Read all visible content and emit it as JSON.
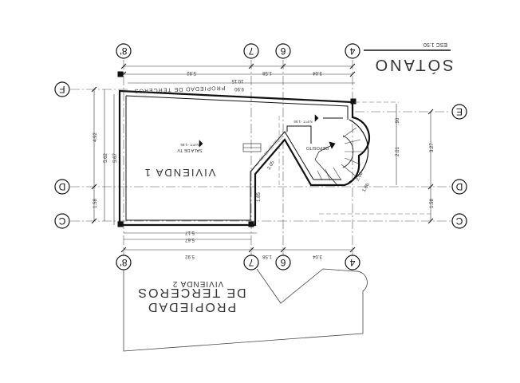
{
  "title": "SÓTANO",
  "scale": "ESC 1:50",
  "grid_labels": {
    "col_8": "8'",
    "col_7": "7",
    "col_6": "6",
    "col_4": "4",
    "row_F": "F",
    "row_E": "E",
    "row_D": "D",
    "row_C": "C"
  },
  "rooms": {
    "vivienda_1": "VIVIENDA 1",
    "vivienda_2": "VIVIENDA 2",
    "propiedad_line1": "PROPIEDAD",
    "propiedad_line2": "DE TERCEROS",
    "propiedad_top": "PROPIEDAD DE TERCEROS",
    "sala": "SALA DE TV",
    "deposito": "DEPOSITO"
  },
  "levels": {
    "sala_npt": "N.P.T. -1.55",
    "dep_npt": "N.P.T. -1.55"
  },
  "dims": {
    "top_1": "5.92",
    "top_2": "1.58",
    "top_3": "3.04",
    "top_total": "10.15",
    "top_inner": "9.90",
    "bottom_1": "5.92",
    "bottom_2": "1.58",
    "bottom_3": "3.04",
    "bottom_inner": "5.67",
    "bottom_inner2": "5.17",
    "left_1": "4.92",
    "left_2": "5.62",
    "left_3": "5.67",
    "left_4": "1.58",
    "right_1": "3.27",
    "right_2": "1.58",
    "right_3": ".90",
    "right_4": "2.01",
    "stair_1": "2.00",
    "stair_2": "1.86",
    "mid_1": "1.85",
    "mid_2": "2.05"
  }
}
